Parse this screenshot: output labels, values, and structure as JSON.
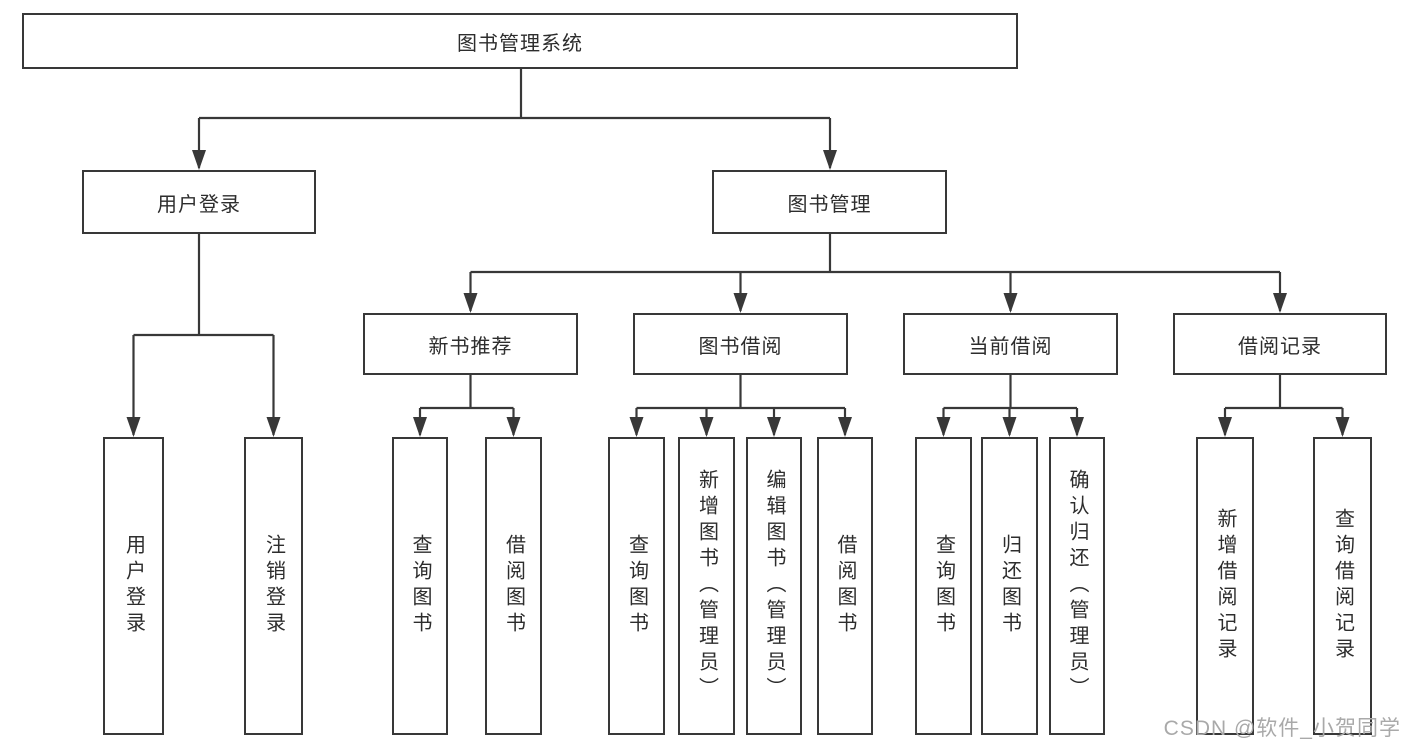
{
  "diagram": {
    "root": {
      "label": "图书管理系统"
    },
    "branches": [
      {
        "label": "用户登录",
        "children": [
          {
            "label": "用户登录"
          },
          {
            "label": "注销登录"
          }
        ]
      },
      {
        "label": "图书管理",
        "groups": [
          {
            "label": "新书推荐",
            "children": [
              {
                "label": "查询图书"
              },
              {
                "label": "借阅图书"
              }
            ]
          },
          {
            "label": "图书借阅",
            "children": [
              {
                "label": "查询图书"
              },
              {
                "label": "新增图书（管理员）"
              },
              {
                "label": "编辑图书（管理员）"
              },
              {
                "label": "借阅图书"
              }
            ]
          },
          {
            "label": "当前借阅",
            "children": [
              {
                "label": "查询图书"
              },
              {
                "label": "归还图书"
              },
              {
                "label": "确认归还（管理员）"
              }
            ]
          },
          {
            "label": "借阅记录",
            "children": [
              {
                "label": "新增借阅记录"
              },
              {
                "label": "查询借阅记录"
              }
            ]
          }
        ]
      }
    ],
    "colors": {
      "line": "#383838",
      "text": "#2d2d2d",
      "watermark": "#a9a9a9",
      "background": "#ffffff"
    }
  },
  "watermark": {
    "text": "CSDN @软件_小贺同学"
  }
}
